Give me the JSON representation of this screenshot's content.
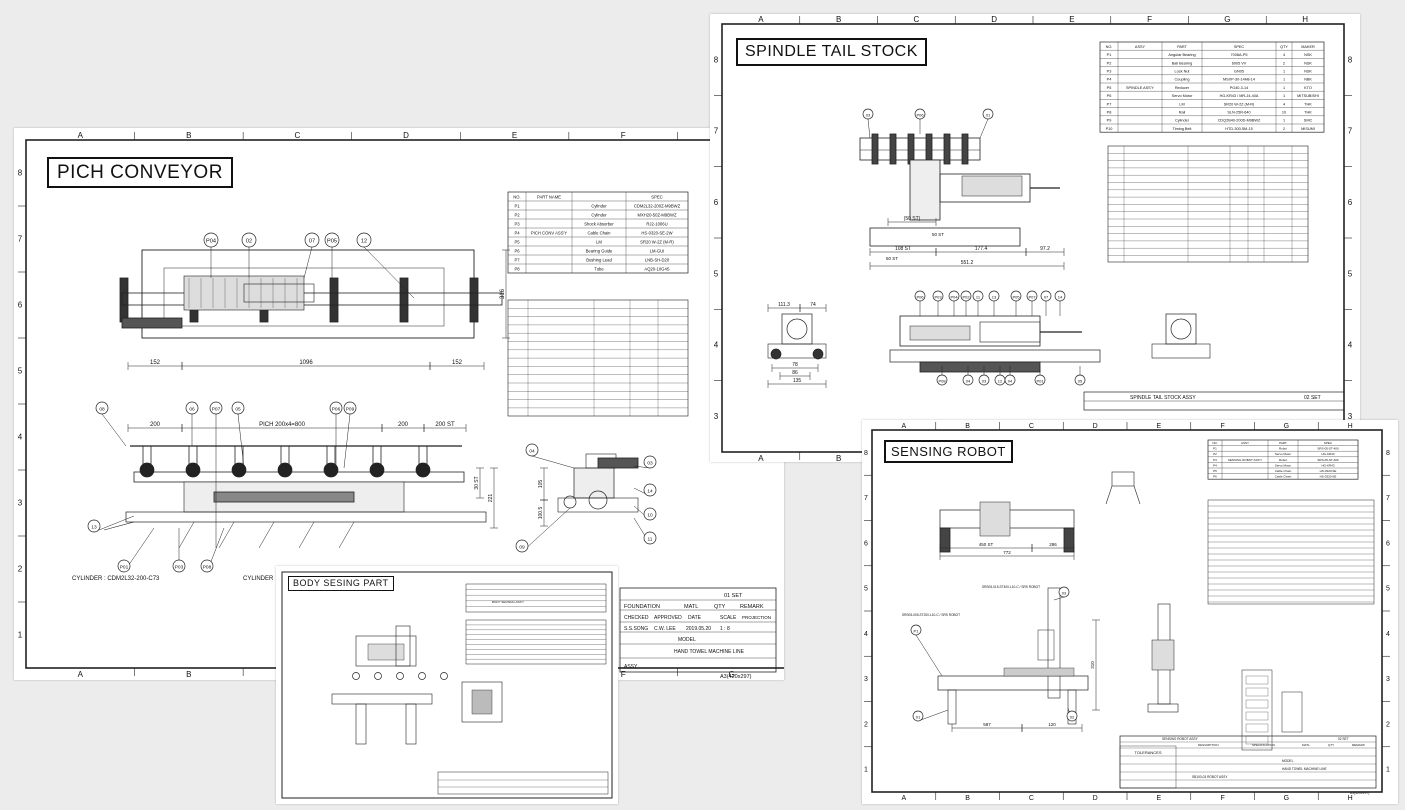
{
  "sheets": {
    "pich": {
      "title": "PICH CONVEYOR",
      "col_labels": [
        "A",
        "B",
        "C",
        "D",
        "E",
        "F",
        "G"
      ],
      "row_labels": [
        "8",
        "7",
        "6",
        "5",
        "4",
        "3",
        "2",
        "1"
      ],
      "callouts_top": [
        "P04",
        "02",
        "07",
        "P05",
        "12"
      ],
      "callouts_mid": [
        "08",
        "06",
        "P07",
        "05",
        "P06",
        "P09"
      ],
      "callouts_bottom": [
        "P01",
        "P03",
        "P08"
      ],
      "callouts_detail": [
        "04",
        "03",
        "14",
        "10",
        "09",
        "11"
      ],
      "dims": {
        "left": "152",
        "center": "1096",
        "right": "152",
        "height": "316",
        "pitch": "PICH 200x4=800",
        "d200a": "200",
        "d200b": "200",
        "d200st": "200 ST",
        "st30": "30 ST",
        "h221": "221",
        "d105": "105",
        "d1005": "100.5",
        "c13": "13"
      },
      "cylinder_left": "CYLINDER : CDM2L32-200-C73",
      "cylinder_right": "CYLINDER",
      "table_header": [
        "NO.",
        "PART NAME",
        "SPEC"
      ],
      "assy_name": "PICH CONV ASS'Y",
      "parts": [
        {
          "no": "P1",
          "name": "Cylinder",
          "spec": "CDM2L32-200Z-M9BWZ"
        },
        {
          "no": "P2",
          "name": "Cylinder",
          "spec": "MXH20-50Z-M9BWZ"
        },
        {
          "no": "P3",
          "name": "Shock Absorber",
          "spec": "RJ2-1006U"
        },
        {
          "no": "P4",
          "name": "Cable Chain",
          "spec": "HS-0320-SE-2W"
        },
        {
          "no": "P5",
          "name": "LM",
          "spec": "SR20 W-2Z (M-R)"
        },
        {
          "no": "P6",
          "name": "Bearing Guide",
          "spec": "LM-GUI"
        },
        {
          "no": "P7",
          "name": "Bushing Lead",
          "spec": "LNB-SH-D20"
        },
        {
          "no": "P8",
          "name": "Tube",
          "spec": "AQ20-10G4S"
        }
      ],
      "title_block": {
        "qty_label": "01 SET",
        "fund": "FOUNDATION",
        "matl": "MATL",
        "qty": "QTY",
        "remark": "REMARK",
        "checked": "CHECKED",
        "approved": "APPROVED",
        "date": "DATE",
        "scale": "SCALE",
        "projection": "PROJECTION",
        "checked_by": "S.S.SONG",
        "approved_by": "C.W. LEE",
        "date_val": "2019.05.20",
        "scale_val": "1 : 8",
        "model": "MODEL",
        "model_val": "HAND TOWEL MACHINE LINE",
        "dwg": "ASSY",
        "sheet": "A3(420x297)"
      }
    },
    "spindle": {
      "title": "SPINDLE TAIL STOCK",
      "col_labels": [
        "A",
        "B",
        "C",
        "D",
        "E",
        "F",
        "G",
        "H"
      ],
      "row_labels": [
        "8",
        "7",
        "6",
        "5",
        "4",
        "3"
      ],
      "assy_name": "SPINDLE ASS'Y",
      "parts": [
        {
          "no": "P1",
          "name": "Angular Bearing",
          "spec": "7008A-P5",
          "qty": "4",
          "maker": "NSK"
        },
        {
          "no": "P2",
          "name": "Ball Bearing",
          "spec": "6005 VV",
          "qty": "2",
          "maker": "NSK"
        },
        {
          "no": "P3",
          "name": "Lock Nut",
          "spec": "GN05",
          "qty": "1",
          "maker": "NSK"
        },
        {
          "no": "P4",
          "name": "Coupling",
          "spec": "MSXP-30-14H8-14",
          "qty": "1",
          "maker": "NBK"
        },
        {
          "no": "P5",
          "name": "Reducer",
          "spec": "PG40-3-14",
          "qty": "1",
          "maker": "KTO"
        },
        {
          "no": "P6",
          "name": "Servo Motor",
          "spec": "HG-KR43 / MR-J4-40A",
          "qty": "1",
          "maker": "MITSUBISHI"
        },
        {
          "no": "P7",
          "name": "LM",
          "spec": "SR20 W-2Z (M-R)",
          "qty": "4",
          "maker": "THK"
        },
        {
          "no": "P8",
          "name": "Rail",
          "spec": "SLN-25R-640",
          "qty": "10",
          "maker": "THK"
        },
        {
          "no": "P9",
          "name": "Cylinder",
          "spec": "CDQ2B40-200D-M9BWZ",
          "qty": "1",
          "maker": "SMC"
        },
        {
          "no": "P10",
          "name": "Timing Belt",
          "spec": "HTD-300-5M-15",
          "qty": "2",
          "maker": "MISUMI"
        }
      ],
      "callouts_top": [
        "03",
        "P06",
        "02",
        "01"
      ],
      "callouts_bottom": [
        "P06",
        "P03",
        "P04",
        "P02",
        "11",
        "13",
        "P05",
        "P07",
        "07",
        "14"
      ],
      "callouts_low": [
        "P08",
        "04",
        "03",
        "12",
        "04",
        "P01",
        "05"
      ],
      "dims": {
        "d50": "50 ST",
        "d1": "(50 ST)",
        "d108": "108 ST",
        "d60": "60 ST",
        "d1774": "177.4",
        "d972": "97.2",
        "d5512": "551.2",
        "d1113": "111.3",
        "d74": "74",
        "d86": "86",
        "d135": "135",
        "d78": "78"
      },
      "title_row": {
        "name": "SPINDLE TAIL STOCK ASSY",
        "qty": "02 SET"
      }
    },
    "robot": {
      "title": "SENSING ROBOT",
      "col_labels": [
        "A",
        "B",
        "C",
        "D",
        "E",
        "F",
        "G",
        "H"
      ],
      "row_labels": [
        "8",
        "7",
        "6",
        "5",
        "4",
        "3",
        "2",
        "1"
      ],
      "assy_name": "SENSING ROBOT ASS'Y",
      "parts": [
        {
          "no": "P1",
          "name": "Robot",
          "spec": "SRS-05-ST-400"
        },
        {
          "no": "P2",
          "name": "Servo Motor",
          "spec": "HG-KR43"
        },
        {
          "no": "P3",
          "name": "Robot",
          "spec": "SRS-05-ST-200"
        },
        {
          "no": "P4",
          "name": "Servo Motor",
          "spec": "HG-KR43"
        },
        {
          "no": "P5",
          "name": "Cable Chain",
          "spec": "HS-0320-SE"
        },
        {
          "no": "P6",
          "name": "Cable Chain",
          "spec": "HS-0320-SE"
        }
      ],
      "robot_label_1": "SRS05-015-ST400-L10-C / SRS ROBOT",
      "robot_label_2": "SRS05-005-ST200-L10-C / SRS ROBOT",
      "dims": {
        "d450": "450 ST",
        "d286": "286",
        "d772": "772",
        "d587": "587",
        "d120": "120",
        "d310": "310"
      },
      "tolerances": "TOLERANCES",
      "tb": {
        "name": "SENSING ROBOT ASSY",
        "qty": "02 SET",
        "description": "DESCRIPTION",
        "specification": "SPECIFICATION",
        "matl": "MATL",
        "qty_h": "QTY",
        "remark": "REMARK",
        "model": "MODEL",
        "model_val": "HAND TOWEL MACHINE LINE",
        "dwg_no": "SB100-03 ROBOT ASSY",
        "sheet": "A3(420x297)"
      }
    },
    "body": {
      "title": "BODY SESING PART",
      "assy_name": "BODY SENSING ASS'Y"
    }
  }
}
